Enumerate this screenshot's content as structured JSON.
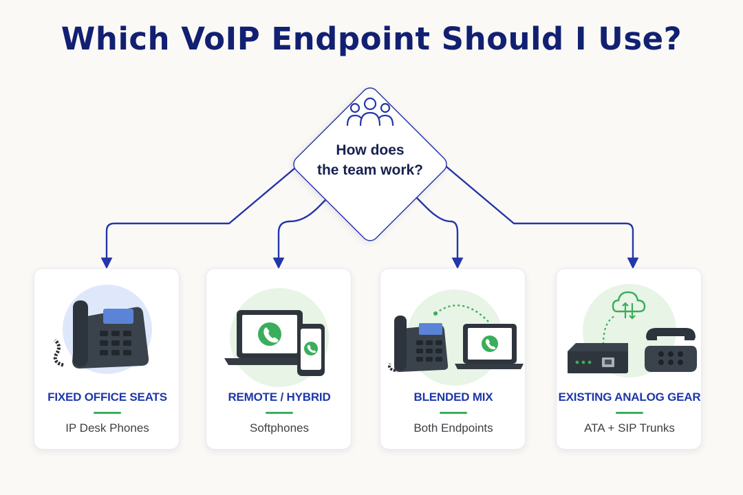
{
  "title": "Which VoIP Endpoint Should I Use?",
  "decision": {
    "icon": "people-group-icon",
    "question": "How does the team work?"
  },
  "options": [
    {
      "title": "FIXED OFFICE SEATS",
      "subtitle": "IP Desk Phones",
      "icon": "desk-phone-icon"
    },
    {
      "title": "REMOTE / HYBRID",
      "subtitle": "Softphones",
      "icon": "laptop-phone-softphone-icon"
    },
    {
      "title": "BLENDED MIX",
      "subtitle": "Both Endpoints",
      "icon": "desk-phone-and-laptop-icon"
    },
    {
      "title": "EXISTING ANALOG GEAR",
      "subtitle": "ATA + SIP Trunks",
      "icon": "ata-cloud-analog-phone-icon"
    }
  ],
  "colors": {
    "title": "#122072",
    "accent": "#2536a8",
    "card_title": "#1e37a8",
    "green": "#39ad5b",
    "background": "#faf9f6"
  }
}
